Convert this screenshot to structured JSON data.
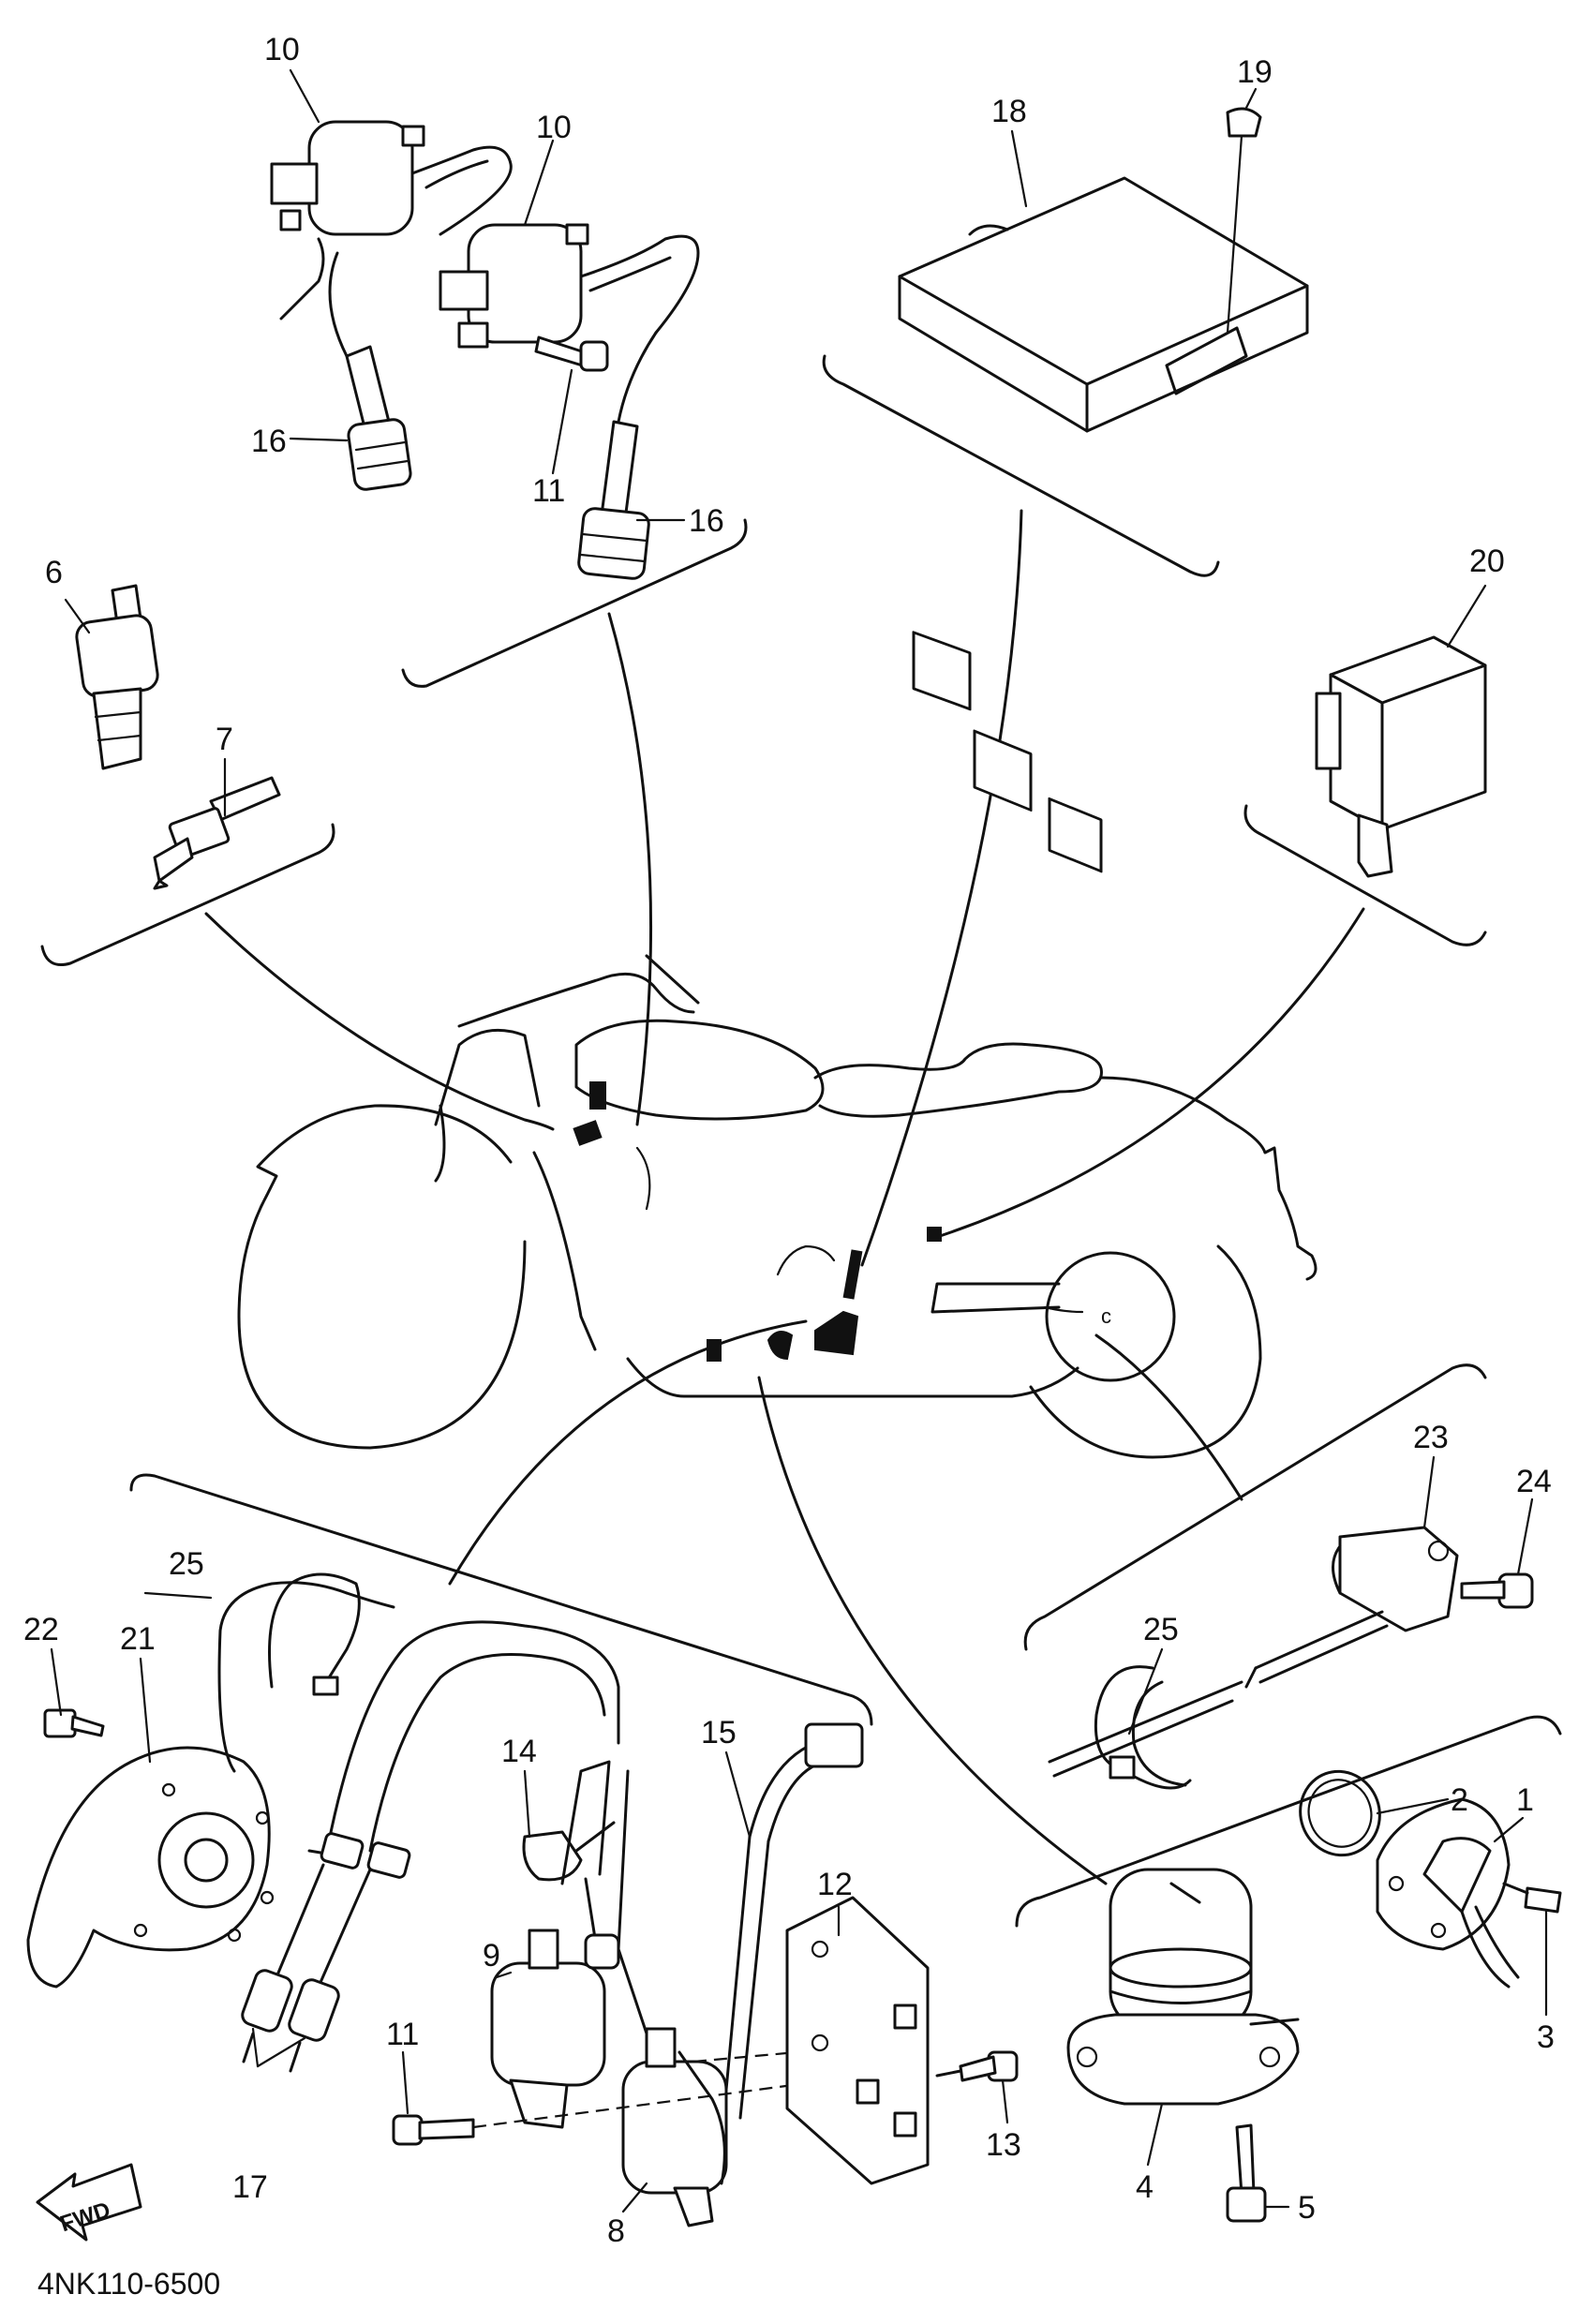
{
  "diagram": {
    "part_code": "4NK110-6500",
    "fwd_label": "FWD",
    "callouts": {
      "c1": "1",
      "c2": "2",
      "c3": "3",
      "c4": "4",
      "c5": "5",
      "c6": "6",
      "c7": "7",
      "c8": "8",
      "c9": "9",
      "c10a": "10",
      "c10b": "10",
      "c11a": "11",
      "c11b": "11",
      "c12": "12",
      "c13": "13",
      "c14": "14",
      "c15": "15",
      "c16a": "16",
      "c16b": "16",
      "c17": "17",
      "c18": "18",
      "c19": "19",
      "c20": "20",
      "c21": "21",
      "c22": "22",
      "c23": "23",
      "c24": "24",
      "c25a": "25",
      "c25b": "25"
    }
  }
}
